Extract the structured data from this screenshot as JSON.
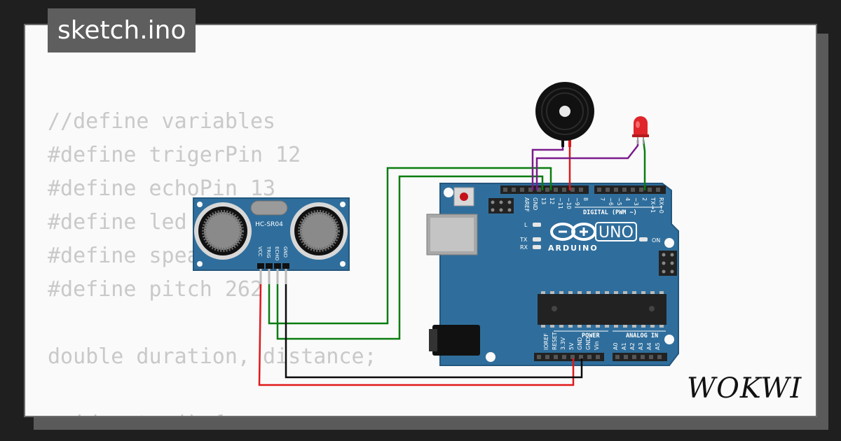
{
  "file_tab": {
    "title": "sketch.ino"
  },
  "code_lines": [
    "//define variables",
    "#define trigerPin 12",
    "#define echoPin 13",
    "#define led 2",
    "#define speaker 10",
    "#define pitch 262",
    "",
    "double duration, distance;",
    "",
    "void setup() {"
  ],
  "sensor": {
    "model": "HC-SR04",
    "pins": [
      "VCC",
      "TRIG",
      "ECHO",
      "GND"
    ]
  },
  "arduino": {
    "brand": "ARDUINO",
    "model": "UNO",
    "top_header_labels": [
      "AREF",
      "GND",
      "13",
      "12",
      "~11",
      "~10",
      "~9",
      "8",
      "7",
      "~6",
      "~5",
      "4",
      "~3",
      "2",
      "TX→1",
      "RX←0"
    ],
    "digital_label": "DIGITAL (PWM ~)",
    "led_labels": [
      "L",
      "TX",
      "RX"
    ],
    "on_label": "ON",
    "power_label": "POWER",
    "power_pins": [
      "IOREF",
      "RESET",
      "3.3V",
      "5V",
      "GND",
      "GND",
      "Vin"
    ],
    "analog_label": "ANALOG IN",
    "analog_pins": [
      "A0",
      "A1",
      "A2",
      "A3",
      "A4",
      "A5"
    ]
  },
  "wire_colors": {
    "green": "#0a7d10",
    "purple": "#7a1c8c",
    "red": "#e0181a",
    "black": "#0a0a0a"
  },
  "board_color": "#2f6e9c",
  "logo": {
    "text": "WOKWI"
  }
}
